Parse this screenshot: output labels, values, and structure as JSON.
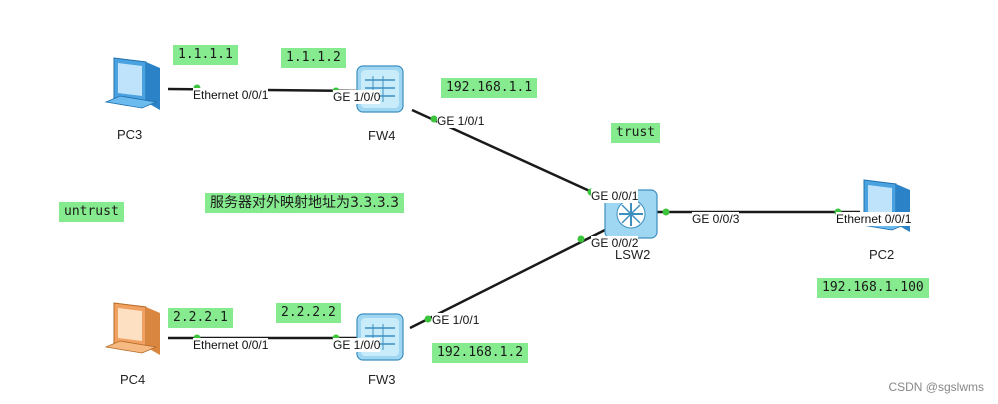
{
  "devices": {
    "pc3": {
      "name": "PC3"
    },
    "pc4": {
      "name": "PC4"
    },
    "pc2": {
      "name": "PC2"
    },
    "fw4": {
      "name": "FW4"
    },
    "fw3": {
      "name": "FW3"
    },
    "lsw2": {
      "name": "LSW2"
    }
  },
  "ports": {
    "pc3_eth": "Ethernet 0/0/1",
    "fw4_ge100": "GE 1/0/0",
    "fw4_ge101": "GE 1/0/1",
    "pc4_eth": "Ethernet 0/0/1",
    "fw3_ge100": "GE 1/0/0",
    "fw3_ge101": "GE 1/0/1",
    "lsw2_ge001": "GE 0/0/1",
    "lsw2_ge002": "GE 0/0/2",
    "lsw2_ge003": "GE 0/0/3",
    "pc2_eth": "Ethernet 0/0/1"
  },
  "labels": {
    "ip_pc3": "1.1.1.1",
    "ip_fw4_out": "1.1.1.2",
    "ip_fw4_in": "192.168.1.1",
    "zone_trust": "trust",
    "zone_untrust": "untrust",
    "mapping_note": "服务器对外映射地址为3.3.3.3",
    "ip_pc4": "2.2.2.1",
    "ip_fw3_out": "2.2.2.2",
    "ip_fw3_in": "192.168.1.2",
    "ip_pc2": "192.168.1.100"
  },
  "watermark": "CSDN @sgslwms",
  "colors": {
    "label_bg": "#86ea8e",
    "link": "#1a1a1a",
    "link_dot": "#3cc43c",
    "pc_blue": "#4aa3e0",
    "pc_orange": "#f0a060",
    "device_blue": "#9fd6f2"
  }
}
